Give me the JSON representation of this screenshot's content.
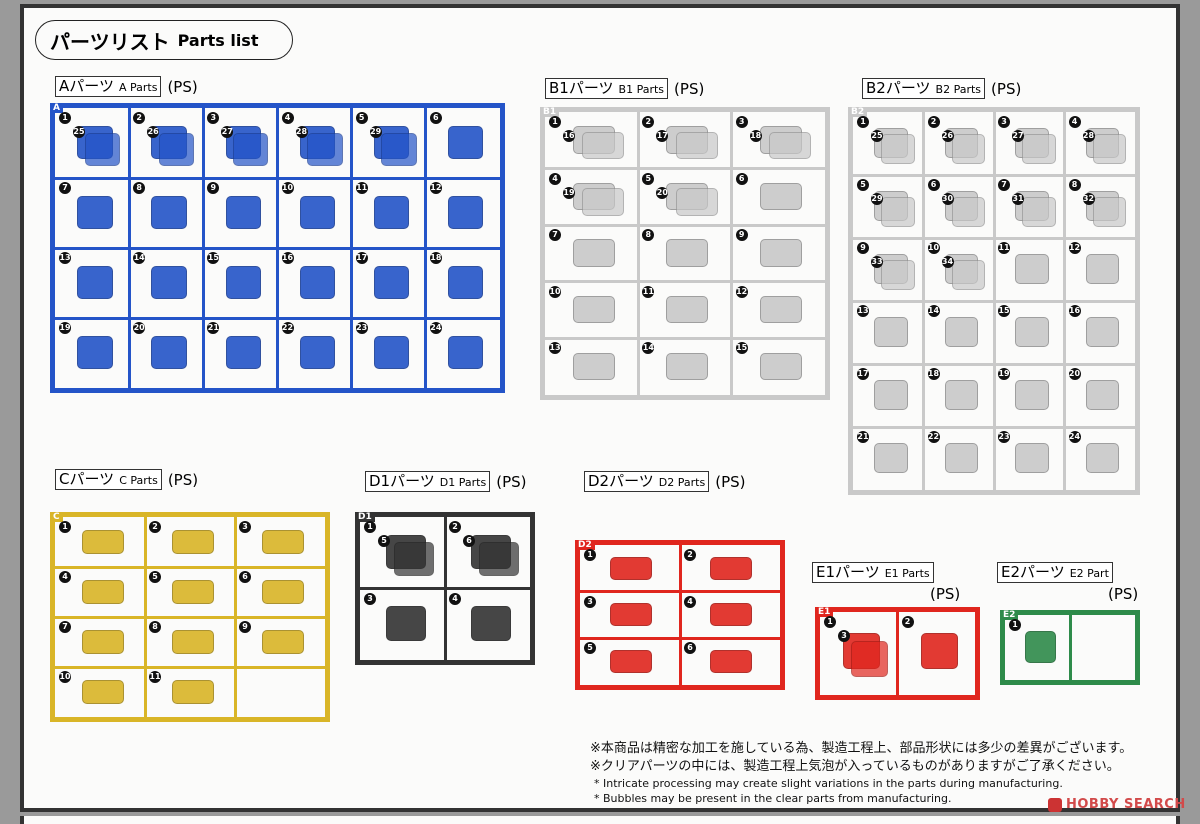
{
  "title": {
    "jp": "パーツリスト",
    "en": "Parts list"
  },
  "runners": [
    {
      "id": "A",
      "jp": "Aパーツ",
      "en": "A Parts",
      "material": "(PS)",
      "tag": "A",
      "color": "#2454c8",
      "parts": [
        1,
        2,
        3,
        4,
        5,
        6,
        7,
        8,
        9,
        10,
        11,
        12,
        13,
        14,
        15,
        16,
        17,
        18,
        19,
        20,
        21,
        22,
        23,
        24,
        25,
        26,
        27,
        28,
        29
      ]
    },
    {
      "id": "B1",
      "jp": "B1パーツ",
      "en": "B1 Parts",
      "material": "(PS)",
      "tag": "B1",
      "color": "#c9c9c9",
      "parts": [
        1,
        2,
        3,
        4,
        5,
        6,
        7,
        8,
        9,
        10,
        11,
        12,
        13,
        14,
        15,
        16,
        17,
        18,
        19,
        20
      ]
    },
    {
      "id": "B2",
      "jp": "B2パーツ",
      "en": "B2 Parts",
      "material": "(PS)",
      "tag": "B2",
      "color": "#c9c9c9",
      "parts": [
        1,
        2,
        3,
        4,
        5,
        6,
        7,
        8,
        9,
        10,
        11,
        12,
        13,
        14,
        15,
        16,
        17,
        18,
        19,
        20,
        21,
        22,
        23,
        24,
        25,
        26,
        27,
        28,
        29,
        30,
        31,
        32,
        33,
        34
      ]
    },
    {
      "id": "C",
      "jp": "Cパーツ",
      "en": "C Parts",
      "material": "(PS)",
      "tag": "C",
      "color": "#d9b527",
      "parts": [
        1,
        2,
        3,
        4,
        5,
        6,
        7,
        8,
        9,
        10,
        11
      ]
    },
    {
      "id": "D1",
      "jp": "D1パーツ",
      "en": "D1 Parts",
      "material": "(PS)",
      "tag": "D1",
      "color": "#333333",
      "parts": [
        1,
        2,
        3,
        4,
        5,
        6
      ]
    },
    {
      "id": "D2",
      "jp": "D2パーツ",
      "en": "D2 Parts",
      "material": "(PS)",
      "tag": "D2",
      "color": "#e0261e",
      "parts": [
        1,
        2,
        3,
        4,
        5,
        6
      ]
    },
    {
      "id": "E1",
      "jp": "E1パーツ",
      "en": "E1 Parts",
      "material": "(PS)",
      "tag": "E1",
      "color": "#e0261e",
      "parts": [
        1,
        2,
        3
      ]
    },
    {
      "id": "E2",
      "jp": "E2パーツ",
      "en": "E2 Part",
      "material": "(PS)",
      "tag": "E2",
      "color": "#2e8b4a",
      "parts": [
        1
      ]
    }
  ],
  "notes": {
    "jp1": "※本商品は精密な加工を施している為、製造工程上、部品形状には多少の差異がございます。",
    "jp2": "※クリアパーツの中には、製造工程上気泡が入っているものがありますがご了承ください。",
    "en1": "* Intricate processing may create slight variations in the parts during manufacturing.",
    "en2": "* Bubbles may be present in the clear parts from manufacturing."
  },
  "watermark": "HOBBY SEARCH"
}
